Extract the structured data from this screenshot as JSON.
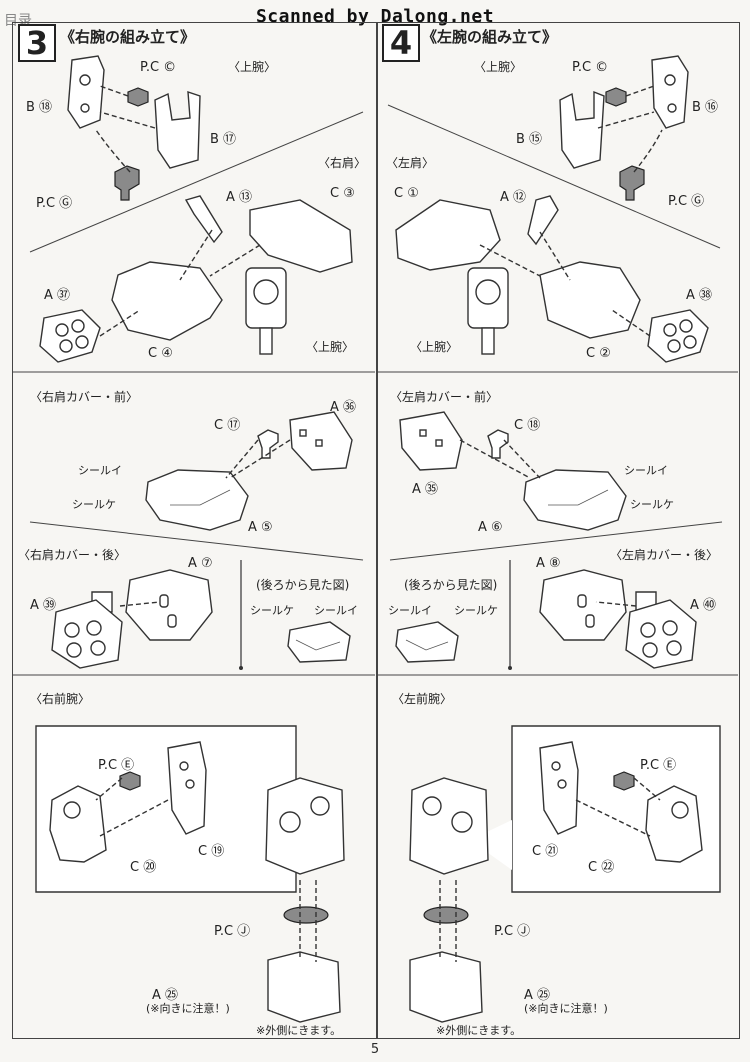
{
  "header": {
    "scan_credit": "Scanned by Dalong.net",
    "corner_mark": "目录"
  },
  "left": {
    "step_number": "3",
    "title": "《右腕の組み立て》",
    "sub1": "〈上腕〉",
    "sub2": "〈右肩〉",
    "sub3": "〈右肩カバー・前〉",
    "sub4": "〈右肩カバー・後〉",
    "sub5": "〈右前腕〉",
    "back_view": "(後ろから見た図)",
    "upper_arm_tag": "〈上腕〉",
    "labels": {
      "pc_c": "P.C ©",
      "b18": "B ⑱",
      "b17": "B ⑰",
      "pc_g": "P.C Ⓖ",
      "a13": "A ⑬",
      "c3": "C ③",
      "a37": "A ㊲",
      "c4": "C ④",
      "c17": "C ⑰",
      "a36": "A ㊱",
      "seal_i": "シールイ",
      "seal_ke": "シールケ",
      "a5": "A ⑤",
      "a7": "A ⑦",
      "a39": "A ㊴",
      "back_seal_ke": "シールケ",
      "back_seal_i": "シールイ",
      "pc_e": "P.C Ⓔ",
      "c19": "C ⑲",
      "c20": "C ⑳",
      "pc_j": "P.C Ⓙ",
      "a25": "A ㉕",
      "orient_note": "(※向きに注意！)",
      "outside_note": "※外側にきます。"
    }
  },
  "right": {
    "step_number": "4",
    "title": "《左腕の組み立て》",
    "sub1": "〈上腕〉",
    "sub2": "〈左肩〉",
    "sub3": "〈左肩カバー・前〉",
    "sub4": "〈左肩カバー・後〉",
    "sub5": "〈左前腕〉",
    "back_view": "(後ろから見た図)",
    "upper_arm_tag": "〈上腕〉",
    "labels": {
      "pc_c": "P.C ©",
      "b16": "B ⑯",
      "b15": "B ⑮",
      "pc_g": "P.C Ⓖ",
      "c1": "C ①",
      "a12": "A ⑫",
      "a38": "A ㊳",
      "c2": "C ②",
      "c18": "C ⑱",
      "a35": "A ㉟",
      "seal_i": "シールイ",
      "seal_ke": "シールケ",
      "a6": "A ⑥",
      "a8": "A ⑧",
      "a40": "A ㊵",
      "back_seal_i": "シールイ",
      "back_seal_ke": "シールケ",
      "pc_e": "P.C Ⓔ",
      "c21": "C ㉑",
      "c22": "C ㉒",
      "pc_j": "P.C Ⓙ",
      "a25": "A ㉕",
      "orient_note": "(※向きに注意！)",
      "outside_note": "※外側にきます。"
    }
  },
  "page_number": "5"
}
